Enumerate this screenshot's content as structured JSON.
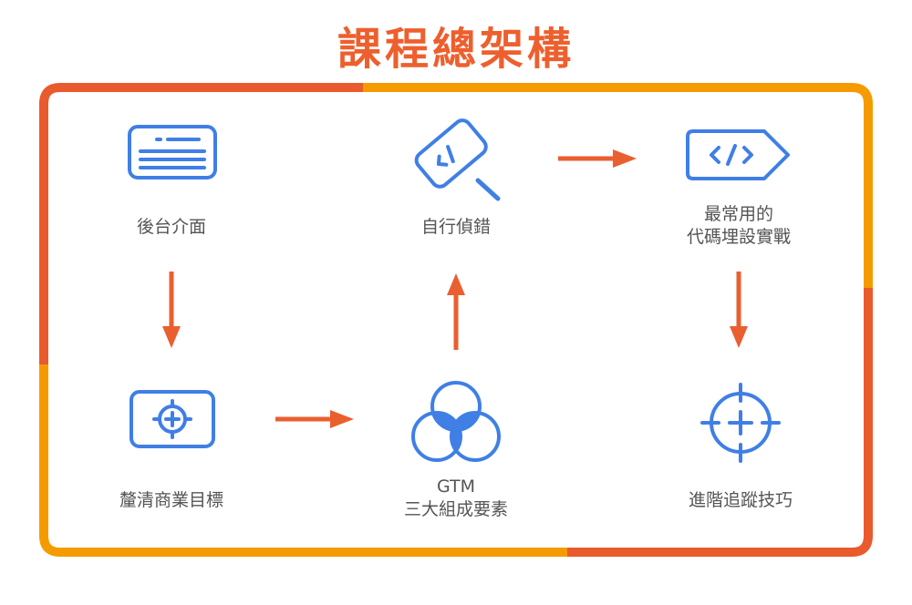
{
  "title": "課程總架構",
  "colors": {
    "title": "#ee5f2e",
    "icon": "#3f7fe6",
    "arrow": "#ea5f2f",
    "frame_red": "#e95a2c",
    "frame_orange": "#f59b00"
  },
  "nodes": [
    {
      "id": "backend",
      "icon": "browser-window-icon",
      "lines": [
        "後台介面"
      ]
    },
    {
      "id": "debug",
      "icon": "code-magnifier-icon",
      "lines": [
        "自行偵錯"
      ]
    },
    {
      "id": "common-code",
      "icon": "code-tag-icon",
      "lines": [
        "最常用的",
        "代碼埋設實戰"
      ]
    },
    {
      "id": "goals",
      "icon": "target-card-icon",
      "lines": [
        "釐清商業目標"
      ]
    },
    {
      "id": "gtm",
      "icon": "venn-diagram-icon",
      "lines": [
        "GTM",
        "三大組成要素"
      ]
    },
    {
      "id": "advanced",
      "icon": "crosshair-icon",
      "lines": [
        "進階追蹤技巧"
      ]
    }
  ],
  "connections": [
    {
      "from": "backend",
      "to": "goals"
    },
    {
      "from": "goals",
      "to": "gtm"
    },
    {
      "from": "gtm",
      "to": "debug"
    },
    {
      "from": "debug",
      "to": "common-code"
    },
    {
      "from": "common-code",
      "to": "advanced"
    }
  ]
}
